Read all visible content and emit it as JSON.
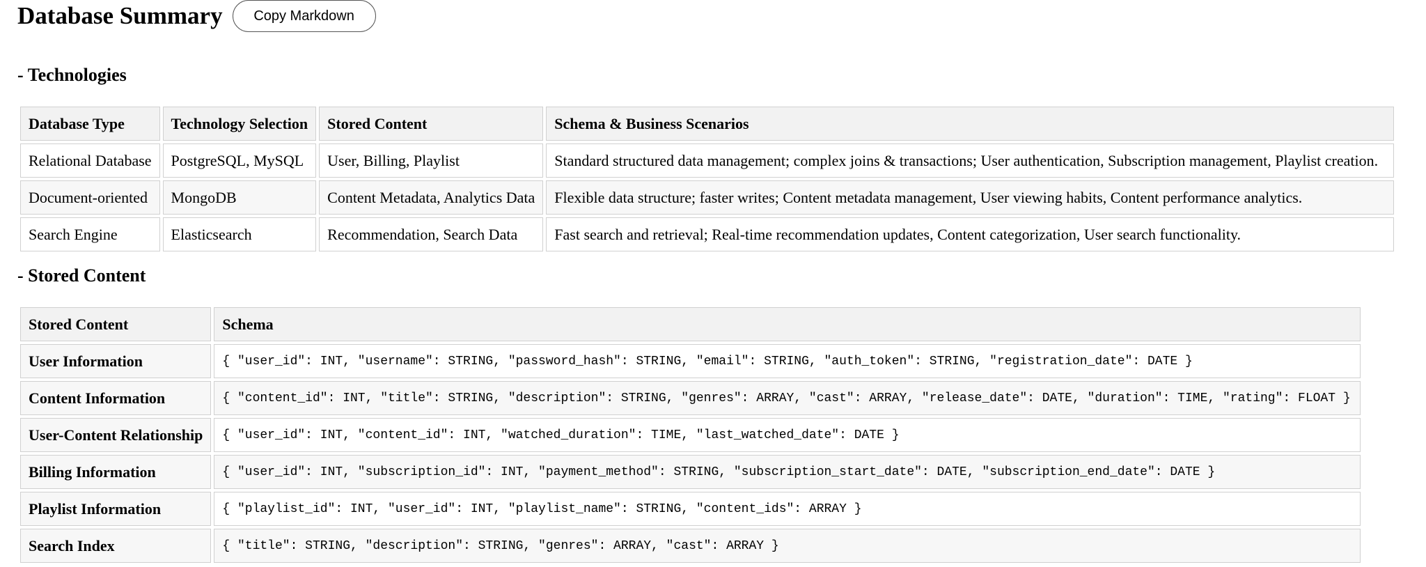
{
  "title": "Database Summary",
  "copy_button_label": "Copy Markdown",
  "technologies": {
    "heading": "- Technologies",
    "headers": [
      "Database Type",
      "Technology Selection",
      "Stored Content",
      "Schema & Business Scenarios"
    ],
    "rows": [
      [
        "Relational Database",
        "PostgreSQL, MySQL",
        "User, Billing, Playlist",
        "Standard structured data management; complex joins & transactions; User authentication, Subscription management, Playlist creation."
      ],
      [
        "Document-oriented",
        "MongoDB",
        "Content Metadata, Analytics Data",
        "Flexible data structure; faster writes; Content metadata management, User viewing habits, Content performance analytics."
      ],
      [
        "Search Engine",
        "Elasticsearch",
        "Recommendation, Search Data",
        "Fast search and retrieval; Real-time recommendation updates, Content categorization, User search functionality."
      ]
    ]
  },
  "stored_content": {
    "heading": "- Stored Content",
    "headers": [
      "Stored Content",
      "Schema"
    ],
    "rows": [
      [
        "User Information",
        "{ \"user_id\": INT, \"username\": STRING, \"password_hash\": STRING, \"email\": STRING, \"auth_token\": STRING, \"registration_date\": DATE }"
      ],
      [
        "Content Information",
        "{ \"content_id\": INT, \"title\": STRING, \"description\": STRING, \"genres\": ARRAY, \"cast\": ARRAY, \"release_date\": DATE, \"duration\": TIME, \"rating\": FLOAT }"
      ],
      [
        "User-Content Relationship",
        "{ \"user_id\": INT, \"content_id\": INT, \"watched_duration\": TIME, \"last_watched_date\": DATE }"
      ],
      [
        "Billing Information",
        "{ \"user_id\": INT, \"subscription_id\": INT, \"payment_method\": STRING, \"subscription_start_date\": DATE, \"subscription_end_date\": DATE }"
      ],
      [
        "Playlist Information",
        "{ \"playlist_id\": INT, \"user_id\": INT, \"playlist_name\": STRING, \"content_ids\": ARRAY }"
      ],
      [
        "Search Index",
        "{ \"title\": STRING, \"description\": STRING, \"genres\": ARRAY, \"cast\": ARRAY }"
      ]
    ]
  }
}
